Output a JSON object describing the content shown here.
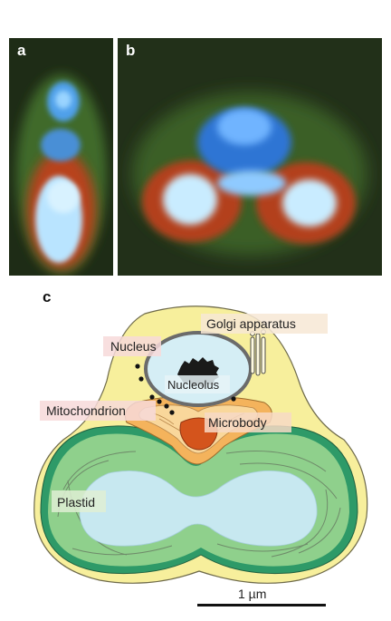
{
  "panels": {
    "a": {
      "letter": "a"
    },
    "b": {
      "letter": "b"
    },
    "c": {
      "letter": "c"
    }
  },
  "diagram": {
    "labels": {
      "golgi": "Golgi apparatus",
      "nucleus": "Nucleus",
      "nucleolus": "Nucleolus",
      "mitochondrion": "Mitochondrion",
      "microbody": "Microbody",
      "plastid": "Plastid"
    },
    "scale_bar": "1 µm"
  },
  "colors": {
    "cytoplasm": "#f7ef9c",
    "plastid": "#8fd08c",
    "plastid_rim": "#2e9a68",
    "nucleus": "#d5eef5",
    "mitochondrion": "#f4b35c",
    "microbody": "#d4541c",
    "starch": "#c7e8f0"
  }
}
